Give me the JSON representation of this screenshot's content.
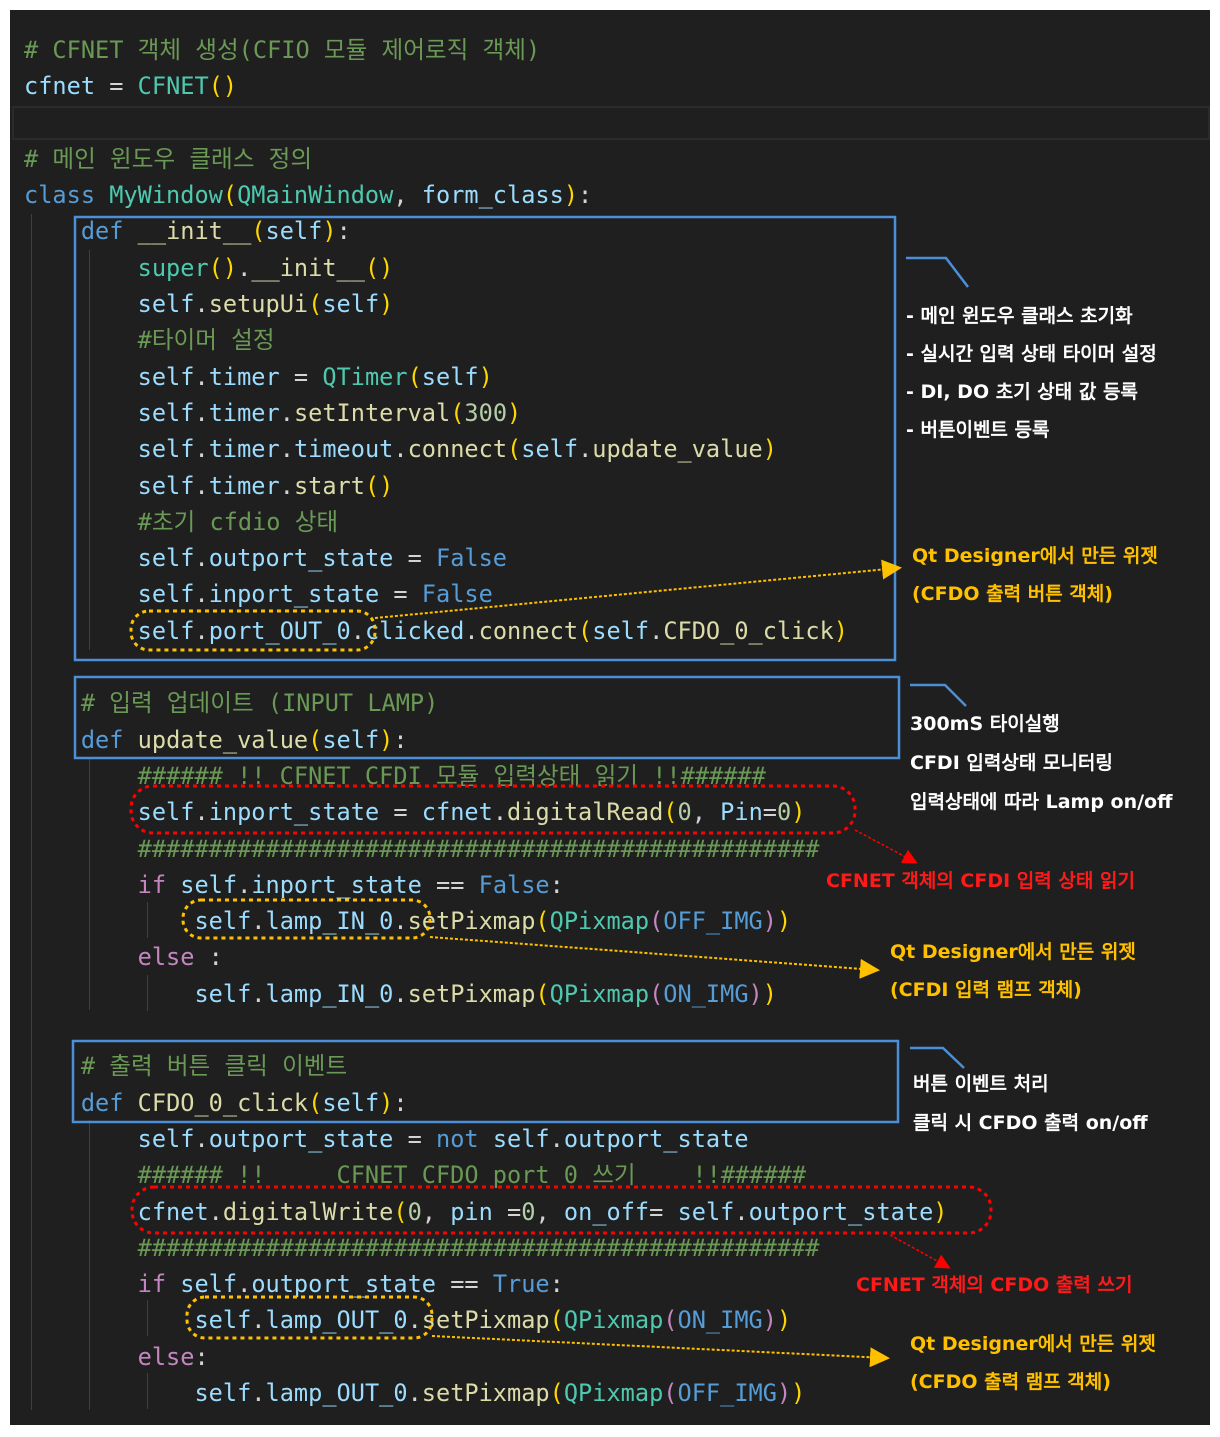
{
  "code_lines": [
    [
      [
        "# CFNET 객체 생성(CFIO 모듈 제어로직 객체)",
        "c"
      ]
    ],
    [
      [
        "cfnet",
        "v"
      ],
      [
        " = ",
        "o"
      ],
      [
        "CFNET",
        "t"
      ],
      [
        "()",
        "b"
      ]
    ],
    [],
    [
      [
        "# 메인 윈도우 클래스 정의",
        "c"
      ]
    ],
    [
      [
        "class ",
        "k"
      ],
      [
        "MyWindow",
        "t"
      ],
      [
        "(",
        "b"
      ],
      [
        "QMainWindow",
        "t"
      ],
      [
        ", ",
        "o"
      ],
      [
        "form_class",
        "v"
      ],
      [
        ")",
        "b"
      ],
      [
        ":",
        "o"
      ]
    ],
    [
      [
        "    ",
        "o"
      ],
      [
        "def ",
        "k"
      ],
      [
        "__init__",
        "f"
      ],
      [
        "(",
        "b"
      ],
      [
        "self",
        "v"
      ],
      [
        ")",
        "b"
      ],
      [
        ":",
        "o"
      ]
    ],
    [
      [
        "        ",
        "o"
      ],
      [
        "super",
        "t"
      ],
      [
        "()",
        "b"
      ],
      [
        ".",
        "o"
      ],
      [
        "__init__",
        "f"
      ],
      [
        "()",
        "b"
      ]
    ],
    [
      [
        "        ",
        "o"
      ],
      [
        "self",
        "v"
      ],
      [
        ".",
        "o"
      ],
      [
        "setupUi",
        "f"
      ],
      [
        "(",
        "b"
      ],
      [
        "self",
        "v"
      ],
      [
        ")",
        "b"
      ]
    ],
    [
      [
        "        ",
        "o"
      ],
      [
        "#타이머 설정",
        "c"
      ]
    ],
    [
      [
        "        ",
        "o"
      ],
      [
        "self",
        "v"
      ],
      [
        ".",
        "o"
      ],
      [
        "timer",
        "v"
      ],
      [
        " = ",
        "o"
      ],
      [
        "QTimer",
        "t"
      ],
      [
        "(",
        "b"
      ],
      [
        "self",
        "v"
      ],
      [
        ")",
        "b"
      ]
    ],
    [
      [
        "        ",
        "o"
      ],
      [
        "self",
        "v"
      ],
      [
        ".",
        "o"
      ],
      [
        "timer",
        "v"
      ],
      [
        ".",
        "o"
      ],
      [
        "setInterval",
        "f"
      ],
      [
        "(",
        "b"
      ],
      [
        "300",
        "n"
      ],
      [
        ")",
        "b"
      ]
    ],
    [
      [
        "        ",
        "o"
      ],
      [
        "self",
        "v"
      ],
      [
        ".",
        "o"
      ],
      [
        "timer",
        "v"
      ],
      [
        ".",
        "o"
      ],
      [
        "timeout",
        "v"
      ],
      [
        ".",
        "o"
      ],
      [
        "connect",
        "f"
      ],
      [
        "(",
        "b"
      ],
      [
        "self",
        "v"
      ],
      [
        ".",
        "o"
      ],
      [
        "update_value",
        "f"
      ],
      [
        ")",
        "b"
      ]
    ],
    [
      [
        "        ",
        "o"
      ],
      [
        "self",
        "v"
      ],
      [
        ".",
        "o"
      ],
      [
        "timer",
        "v"
      ],
      [
        ".",
        "o"
      ],
      [
        "start",
        "f"
      ],
      [
        "()",
        "b"
      ]
    ],
    [
      [
        "        ",
        "o"
      ],
      [
        "#초기 cfdio 상태",
        "c"
      ]
    ],
    [
      [
        "        ",
        "o"
      ],
      [
        "self",
        "v"
      ],
      [
        ".",
        "o"
      ],
      [
        "outport_state",
        "v"
      ],
      [
        " = ",
        "o"
      ],
      [
        "False",
        "k"
      ]
    ],
    [
      [
        "        ",
        "o"
      ],
      [
        "self",
        "v"
      ],
      [
        ".",
        "o"
      ],
      [
        "inport_state",
        "v"
      ],
      [
        " = ",
        "o"
      ],
      [
        "False",
        "k"
      ]
    ],
    [
      [
        "        ",
        "o"
      ],
      [
        "self",
        "v"
      ],
      [
        ".",
        "o"
      ],
      [
        "port_OUT_0",
        "v"
      ],
      [
        ".",
        "o"
      ],
      [
        "clicked",
        "v"
      ],
      [
        ".",
        "o"
      ],
      [
        "connect",
        "f"
      ],
      [
        "(",
        "b"
      ],
      [
        "self",
        "v"
      ],
      [
        ".",
        "o"
      ],
      [
        "CFDO_0_click",
        "f"
      ],
      [
        ")",
        "b"
      ]
    ],
    [],
    [
      [
        "    ",
        "o"
      ],
      [
        "# 입력 업데이트 (INPUT LAMP)",
        "c"
      ]
    ],
    [
      [
        "    ",
        "o"
      ],
      [
        "def ",
        "k"
      ],
      [
        "update_value",
        "f"
      ],
      [
        "(",
        "b"
      ],
      [
        "self",
        "v"
      ],
      [
        ")",
        "b"
      ],
      [
        ":",
        "o"
      ]
    ],
    [
      [
        "        ",
        "o"
      ],
      [
        "###### !! CFNET CFDI 모듈 입력상태 읽기 !!######",
        "c"
      ]
    ],
    [
      [
        "        ",
        "o"
      ],
      [
        "self",
        "v"
      ],
      [
        ".",
        "o"
      ],
      [
        "inport_state",
        "v"
      ],
      [
        " = ",
        "o"
      ],
      [
        "cfnet",
        "v"
      ],
      [
        ".",
        "o"
      ],
      [
        "digitalRead",
        "f"
      ],
      [
        "(",
        "b"
      ],
      [
        "0",
        "n"
      ],
      [
        ", ",
        "o"
      ],
      [
        "Pin",
        "v"
      ],
      [
        "=",
        "o"
      ],
      [
        "0",
        "n"
      ],
      [
        ")",
        "b"
      ]
    ],
    [
      [
        "        ",
        "o"
      ],
      [
        "################################################",
        "c"
      ]
    ],
    [
      [
        "        ",
        "o"
      ],
      [
        "if ",
        "p"
      ],
      [
        "self",
        "v"
      ],
      [
        ".",
        "o"
      ],
      [
        "inport_state",
        "v"
      ],
      [
        " == ",
        "o"
      ],
      [
        "False",
        "k"
      ],
      [
        ":",
        "o"
      ]
    ],
    [
      [
        "            ",
        "o"
      ],
      [
        "self",
        "v"
      ],
      [
        ".",
        "o"
      ],
      [
        "lamp_IN_0",
        "v"
      ],
      [
        ".",
        "o"
      ],
      [
        "setPixmap",
        "f"
      ],
      [
        "(",
        "b"
      ],
      [
        "QPixmap",
        "t"
      ],
      [
        "(",
        "p"
      ],
      [
        "OFF_IMG",
        "k"
      ],
      [
        ")",
        "p"
      ],
      [
        ")",
        "b"
      ]
    ],
    [
      [
        "        ",
        "o"
      ],
      [
        "else",
        "p"
      ],
      [
        " :",
        "o"
      ]
    ],
    [
      [
        "            ",
        "o"
      ],
      [
        "self",
        "v"
      ],
      [
        ".",
        "o"
      ],
      [
        "lamp_IN_0",
        "v"
      ],
      [
        ".",
        "o"
      ],
      [
        "setPixmap",
        "f"
      ],
      [
        "(",
        "b"
      ],
      [
        "QPixmap",
        "t"
      ],
      [
        "(",
        "p"
      ],
      [
        "ON_IMG",
        "k"
      ],
      [
        ")",
        "p"
      ],
      [
        ")",
        "b"
      ]
    ],
    [],
    [
      [
        "    ",
        "o"
      ],
      [
        "# 출력 버튼 클릭 이벤트",
        "c"
      ]
    ],
    [
      [
        "    ",
        "o"
      ],
      [
        "def ",
        "k"
      ],
      [
        "CFDO_0_click",
        "f"
      ],
      [
        "(",
        "b"
      ],
      [
        "self",
        "v"
      ],
      [
        ")",
        "b"
      ],
      [
        ":",
        "o"
      ]
    ],
    [
      [
        "        ",
        "o"
      ],
      [
        "self",
        "v"
      ],
      [
        ".",
        "o"
      ],
      [
        "outport_state",
        "v"
      ],
      [
        " = ",
        "o"
      ],
      [
        "not ",
        "k"
      ],
      [
        "self",
        "v"
      ],
      [
        ".",
        "o"
      ],
      [
        "outport_state",
        "v"
      ]
    ],
    [
      [
        "        ",
        "o"
      ],
      [
        "###### !!     CFNET CFDO port 0 쓰기    !!######",
        "c"
      ]
    ],
    [
      [
        "        ",
        "o"
      ],
      [
        "cfnet",
        "v"
      ],
      [
        ".",
        "o"
      ],
      [
        "digitalWrite",
        "f"
      ],
      [
        "(",
        "b"
      ],
      [
        "0",
        "n"
      ],
      [
        ", ",
        "o"
      ],
      [
        "pin",
        "v"
      ],
      [
        " =",
        "o"
      ],
      [
        "0",
        "n"
      ],
      [
        ", ",
        "o"
      ],
      [
        "on_off",
        "v"
      ],
      [
        "= ",
        "o"
      ],
      [
        "self",
        "v"
      ],
      [
        ".",
        "o"
      ],
      [
        "outport_state",
        "v"
      ],
      [
        ")",
        "b"
      ]
    ],
    [
      [
        "        ",
        "o"
      ],
      [
        "################################################",
        "c"
      ]
    ],
    [
      [
        "        ",
        "o"
      ],
      [
        "if ",
        "p"
      ],
      [
        "self",
        "v"
      ],
      [
        ".",
        "o"
      ],
      [
        "outport_state",
        "v"
      ],
      [
        " == ",
        "o"
      ],
      [
        "True",
        "k"
      ],
      [
        ":",
        "o"
      ]
    ],
    [
      [
        "            ",
        "o"
      ],
      [
        "self",
        "v"
      ],
      [
        ".",
        "o"
      ],
      [
        "lamp_OUT_0",
        "v"
      ],
      [
        ".",
        "o"
      ],
      [
        "setPixmap",
        "f"
      ],
      [
        "(",
        "b"
      ],
      [
        "QPixmap",
        "t"
      ],
      [
        "(",
        "p"
      ],
      [
        "ON_IMG",
        "k"
      ],
      [
        ")",
        "p"
      ],
      [
        ")",
        "b"
      ]
    ],
    [
      [
        "        ",
        "o"
      ],
      [
        "else",
        "p"
      ],
      [
        ":",
        "o"
      ]
    ],
    [
      [
        "            ",
        "o"
      ],
      [
        "self",
        "v"
      ],
      [
        ".",
        "o"
      ],
      [
        "lamp_OUT_0",
        "v"
      ],
      [
        ".",
        "o"
      ],
      [
        "setPixmap",
        "f"
      ],
      [
        "(",
        "b"
      ],
      [
        "QPixmap",
        "t"
      ],
      [
        "(",
        "p"
      ],
      [
        "OFF_IMG",
        "k"
      ],
      [
        ")",
        "p"
      ],
      [
        ")",
        "b"
      ]
    ]
  ],
  "annotations": {
    "init_notes": [
      "- 메인 윈도우 클래스 초기화",
      "- 실시간 입력 상태 타이머 설정",
      "- DI, DO 초기 상태 값 등록",
      "- 버튼이벤트 등록"
    ],
    "update_notes": [
      "300mS 타이실행",
      "CFDI 입력상태 모니터링",
      "입력상태에 따라 Lamp on/off"
    ],
    "click_notes": [
      "버튼 이벤트 처리",
      "클릭 시 CFDO 출력 on/off"
    ],
    "widget_button": [
      "Qt Designer에서 만든 위젯",
      "(CFDO 출력 버튼 객체)"
    ],
    "widget_in_lamp": [
      "Qt Designer에서 만든 위젯",
      "(CFDI 입력 램프 객체)"
    ],
    "widget_out_lamp": [
      "Qt Designer에서 만든 위젯",
      "(CFDO 출력 램프 객체)"
    ],
    "read_note": "CFNET 객체의 CFDI 입력 상태 읽기",
    "write_note": "CFNET 객체의 CFDO 출력 쓰기"
  },
  "colors": {
    "box": "#4a8fd8",
    "highlight": "#ffc000",
    "red": "#ff0000",
    "editor_bg": "#1f1f1f"
  }
}
